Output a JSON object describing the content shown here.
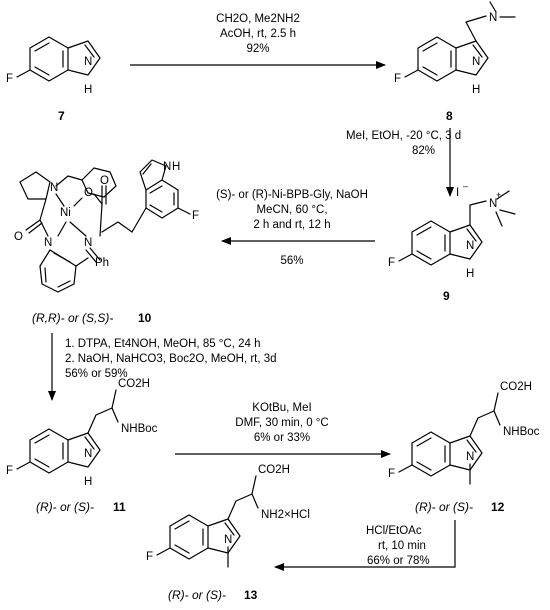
{
  "compounds": {
    "c7": {
      "label": "7",
      "atoms": [
        "F",
        "N",
        "H"
      ]
    },
    "c8": {
      "label": "8",
      "atoms": [
        "F",
        "N",
        "H",
        "N"
      ]
    },
    "c9": {
      "label": "9",
      "atoms": [
        "F",
        "N",
        "H",
        "N",
        "I",
        "–",
        "+"
      ]
    },
    "c10": {
      "prefix": "(R,R)- or (S,S)-",
      "label": "10",
      "atoms": [
        "N",
        "Ni",
        "O",
        "O",
        "O",
        "N",
        "N",
        "Ph",
        "N",
        "H",
        "F"
      ]
    },
    "c11": {
      "prefix": "(R)- or (S)-",
      "label": "11",
      "atoms": [
        "CO2H",
        "NHBoc",
        "F",
        "N",
        "H"
      ]
    },
    "c12": {
      "prefix": "(R)- or (S)-",
      "label": "12",
      "atoms": [
        "CO2H",
        "NHBoc",
        "F",
        "N"
      ]
    },
    "c13": {
      "prefix": "(R)- or (S)-",
      "label": "13",
      "atoms": [
        "CO2H",
        "NH2×HCl",
        "F",
        "N"
      ]
    }
  },
  "steps": {
    "s1": [
      "CH2O, Me2NH2",
      "AcOH, rt, 2.5 h",
      "92%"
    ],
    "s2": [
      "MeI, EtOH, -20 °C, 3 d",
      "82%"
    ],
    "s3": [
      "(S)- or (R)-Ni-BPB-Gly, NaOH",
      "MeCN, 60 °C,",
      "2 h and rt, 12 h",
      "56%"
    ],
    "s4": [
      "1. DTPA, Et4NOH, MeOH, 85 °C, 24 h",
      "2. NaOH, NaHCO3, Boc2O, MeOH, rt, 3d",
      "56% or 59%"
    ],
    "s5": [
      "KOtBu, MeI",
      "DMF, 30 min, 0 °C",
      "6% or 33%"
    ],
    "s6": [
      "HCl/EtOAc",
      "rt, 10 min",
      "66% or 78%"
    ]
  }
}
